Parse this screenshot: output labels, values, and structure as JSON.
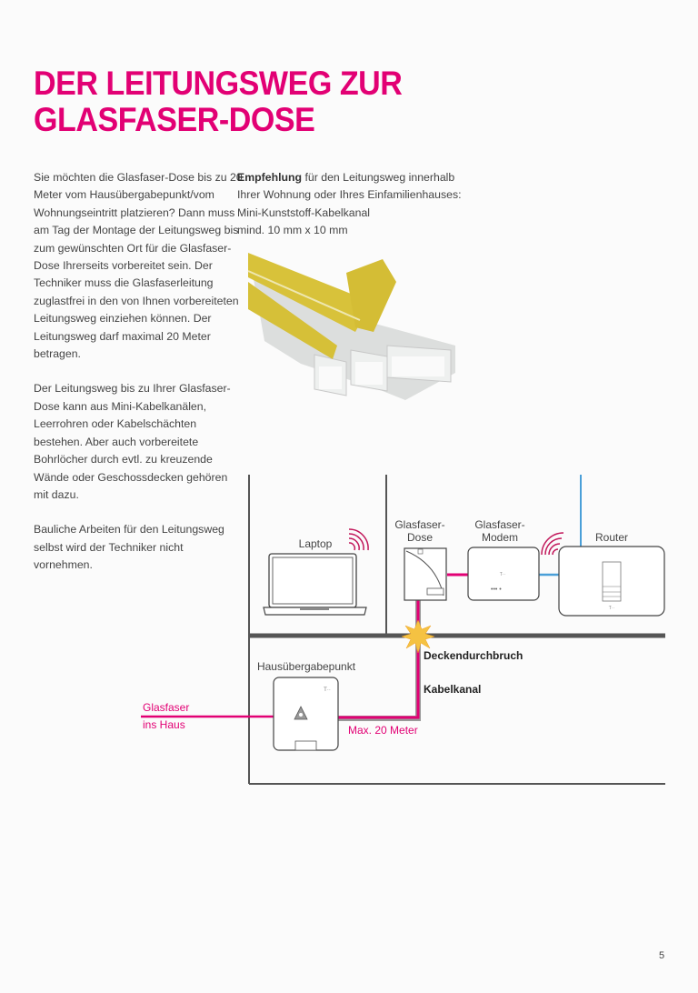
{
  "title": {
    "line1": "DER LEITUNGSWEG ZUR",
    "line2": "GLASFASER-DOSE"
  },
  "left_column": {
    "paragraphs": [
      "Sie möchten die Glasfaser-Dose bis zu 20 Meter vom Hausübergabepunkt/vom Wohnungseintritt platzieren? Dann muss am Tag der Montage der Leitungsweg bis zum gewünschten Ort für die Glasfaser-Dose Ihrerseits vorbereitet sein. Der Techniker muss die Glasfaserleitung zuglastfrei in den von Ihnen vorbereiteten Leitungsweg einziehen können. Der Leitungsweg darf maximal 20 Meter betragen.",
      "Der Leitungsweg bis zu Ihrer Glasfaser-Dose kann aus Mini-Kabelkanälen, Leerrohren oder Kabelschächten bestehen. Aber auch vorbereitete Bohrlöcher durch evtl. zu kreuzende Wände oder Geschossdecken gehören mit dazu.",
      "Bauliche Arbeiten für den Leitungsweg selbst wird der Techniker nicht vornehmen."
    ]
  },
  "recommendation": {
    "bold": "Empfehlung",
    "text": " für den Leitungsweg innerhalb Ihrer Wohnung oder Ihres Einfamilienhauses:",
    "product": "Mini-Kunststoff-Kabelkanal",
    "size": "mind. 10 mm x 10 mm"
  },
  "diagram": {
    "laptop": "Laptop",
    "dose_l1": "Glasfaser-",
    "dose_l2": "Dose",
    "modem_l1": "Glasfaser-",
    "modem_l2": "Modem",
    "router": "Router",
    "ceiling": "Deckendurchbruch",
    "duct": "Kabelkanal",
    "hup": "Hausübergabepunkt",
    "fiber_l1": "Glasfaser",
    "fiber_l2": "ins Haus",
    "max": "Max. 20 Meter",
    "colors": {
      "magenta": "#e20074",
      "blue": "#4a9fd8",
      "wall": "#555555"
    }
  },
  "page_number": "5"
}
